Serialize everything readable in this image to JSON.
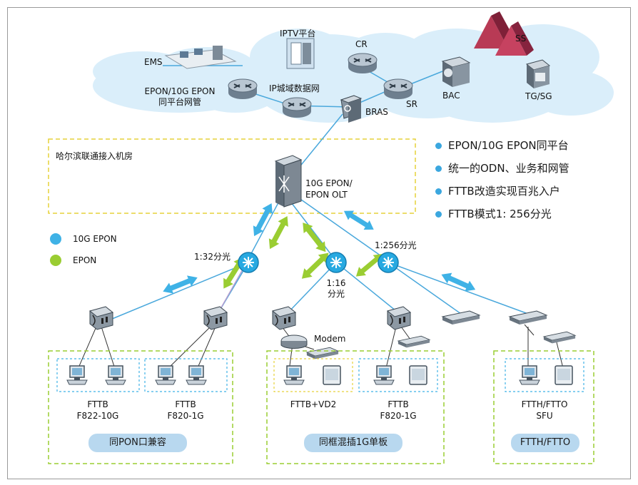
{
  "colors": {
    "fiber_line": "#4aa8dc",
    "epon10g": "#3fb2e6",
    "epon": "#9acd32",
    "cloud": "#daeefa",
    "group_border": "#9acd32",
    "sub_border": "#3fb2e6",
    "room_border": "#e6d23a",
    "pill": "#b8d8ef"
  },
  "icons": [
    "ems-workstation-icon",
    "server-icon",
    "router-icon",
    "switch-icon",
    "olt-icon",
    "splitter-icon",
    "onu-icon",
    "pc-icon",
    "tv-icon",
    "modem-icon",
    "softswitch-icon",
    "gateway-icon"
  ],
  "core": {
    "ems": "EMS",
    "iptv": "IPTV平台",
    "cr": "CR",
    "ss": "SS",
    "nms_line1": "EPON/10G EPON",
    "nms_line2": "同平台网管",
    "ip_network": "IP城域数据网",
    "bras": "BRAS",
    "sr": "SR",
    "bac": "BAC",
    "tgsg": "TG/SG"
  },
  "machine_room": "哈尔滨联通接入机房",
  "olt": {
    "line1": "10G EPON/",
    "line2": "EPON OLT"
  },
  "features": [
    "EPON/10G EPON同平台",
    "统一的ODN、业务和网管",
    "FTTB改造实现百兆入户",
    "FTTB模式1: 256分光"
  ],
  "legend": [
    {
      "label": "10G EPON",
      "color": "#3fb2e6"
    },
    {
      "label": "EPON",
      "color": "#9acd32"
    }
  ],
  "splitters": {
    "s1": "1:32分光",
    "s2_line1": "1:16",
    "s2_line2": "分光",
    "s3": "1:256分光"
  },
  "modem": "Modem",
  "deployments": [
    {
      "line1": "FTTB",
      "line2": "F822-10G"
    },
    {
      "line1": "FTTB",
      "line2": "F820-1G"
    },
    {
      "line1": "FTTB+VD2",
      "line2": ""
    },
    {
      "line1": "FTTB",
      "line2": "F820-1G"
    },
    {
      "line1": "FTTH/FTTO",
      "line2": "SFU"
    }
  ],
  "groups": [
    "同PON口兼容",
    "同框混插1G单板",
    "FTTH/FTTO"
  ]
}
